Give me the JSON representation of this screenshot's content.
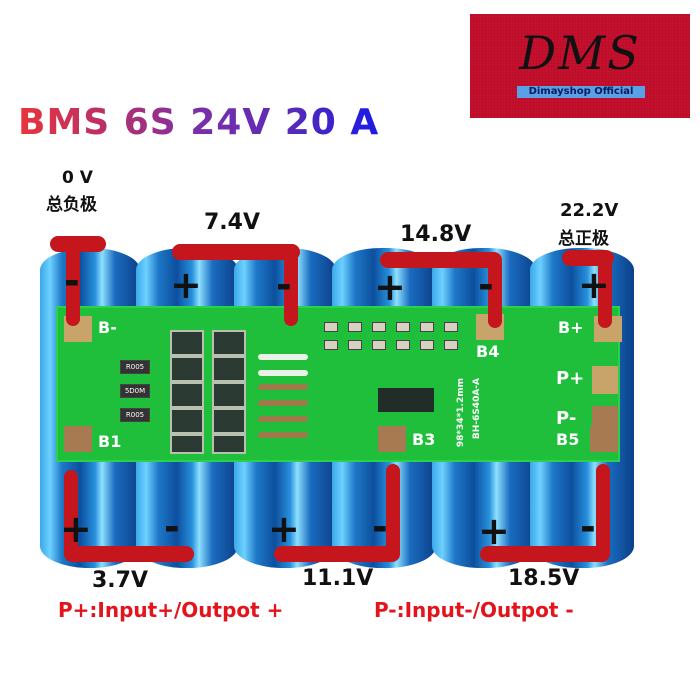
{
  "logo": {
    "brand": "DMS",
    "subtitle": "Dimayshop Official",
    "background_color": "#c8102e"
  },
  "title": {
    "text": "BMS 6S 24V 20 A",
    "gradient_colors": [
      "#e8353a",
      "#7a2fa8",
      "#1a1ae6"
    ]
  },
  "top_labels": {
    "total_negative_voltage": "0 V",
    "total_negative_cn": "总负极",
    "node_1": "7.4V",
    "node_2": "14.8V",
    "total_positive_voltage": "22.2V",
    "total_positive_cn": "总正极"
  },
  "bottom_labels": {
    "node_a": "3.7V",
    "node_b": "11.1V",
    "node_c": "18.5V"
  },
  "board": {
    "pads_top": [
      "B-",
      "B4",
      "B+"
    ],
    "pads_bottom": [
      "B1",
      "B3",
      "B5"
    ],
    "pads_right": [
      "P+",
      "P-"
    ],
    "silkscreen_model": "BH-6S40A-A",
    "silkscreen_size": "98*34*1.2mm",
    "resistors": [
      "R005",
      "5D0M",
      "R005"
    ],
    "color": "#1fbf3c"
  },
  "cells": {
    "count": 6,
    "top_signs": [
      "-",
      "+",
      "-",
      "+",
      "-",
      "+"
    ],
    "bottom_signs": [
      "+",
      "-",
      "+",
      "-",
      "+",
      "-"
    ]
  },
  "legend": {
    "p_plus": "P+:Input+/Outpot +",
    "p_minus": "P-:Input-/Outpot -",
    "color": "#e3141b"
  },
  "wire_color": "#c4161c"
}
